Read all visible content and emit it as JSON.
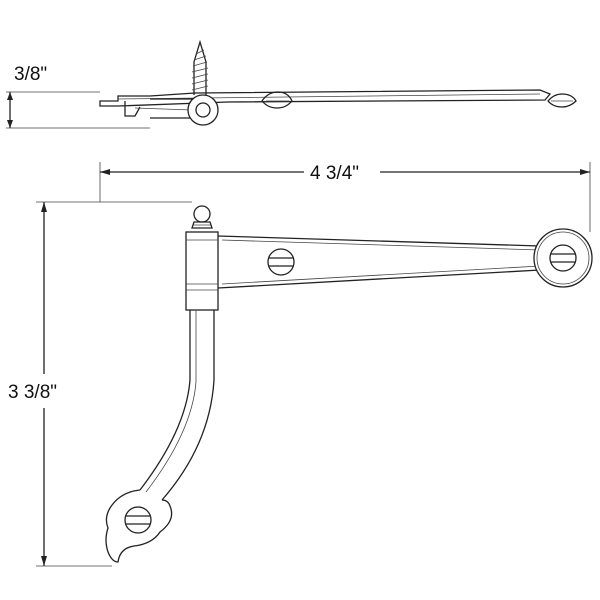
{
  "diagram": {
    "dimensions": {
      "side_thickness": "3/8\"",
      "overall_width": "4 3/4\"",
      "overall_height": "3 3/8\""
    },
    "colors": {
      "line": "#222222",
      "background": "#ffffff"
    }
  }
}
